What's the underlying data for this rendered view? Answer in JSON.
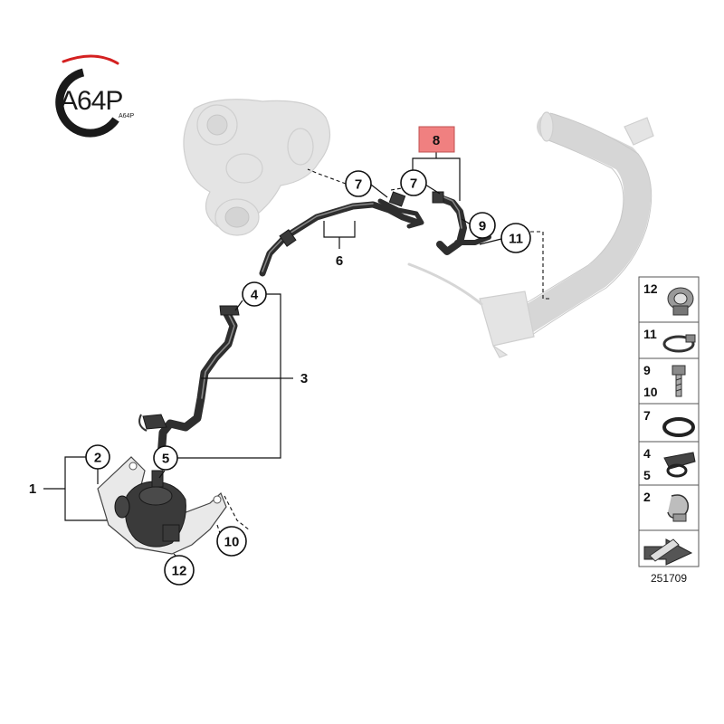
{
  "logo": {
    "main_text": "A64P",
    "sub_text": "A64P",
    "accent_color": "#d42020"
  },
  "diagram": {
    "callouts": {
      "c2": "2",
      "c4": "4",
      "c5": "5",
      "c7a": "7",
      "c7b": "7",
      "c9": "9",
      "c11": "11",
      "c12": "12",
      "c10": "10"
    },
    "bracket_labels": {
      "b1": "1",
      "b3": "3",
      "b6": "6",
      "b8": "8"
    },
    "highlight_color": "#f08080"
  },
  "legend": {
    "rows": [
      {
        "label": "12",
        "icon": "hose-clamp-connector-icon"
      },
      {
        "label": "11",
        "icon": "band-clamp-icon"
      },
      {
        "label": "9",
        "label2": "10",
        "icon": "bolt-icon"
      },
      {
        "label": "7",
        "icon": "o-ring-icon"
      },
      {
        "label": "4",
        "label2": "5",
        "icon": "hose-clip-icon"
      },
      {
        "label": "2",
        "icon": "holder-clip-icon"
      },
      {
        "label": "",
        "icon": "arrow-icon"
      }
    ],
    "code": "251709"
  }
}
